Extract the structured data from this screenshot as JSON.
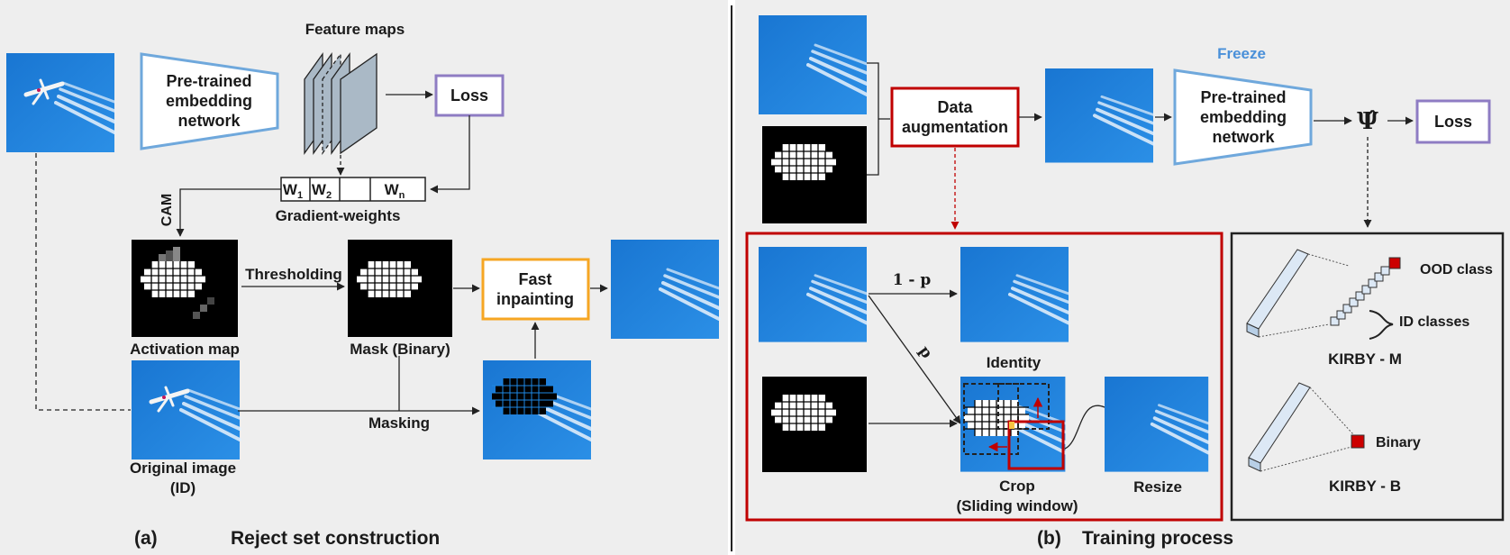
{
  "panel_a": {
    "feature_maps": "Feature maps",
    "pretrained_line1": "Pre-trained",
    "pretrained_line2": "embedding",
    "pretrained_line3": "network",
    "loss": "Loss",
    "weight_1": "W",
    "weight_1_sub": "1",
    "weight_2": "W",
    "weight_2_sub": "2",
    "weight_n": "W",
    "weight_n_sub": "n",
    "gradient_weights": "Gradient-weights",
    "cam": "CAM",
    "thresholding": "Thresholding",
    "fast_inpainting_line1": "Fast",
    "fast_inpainting_line2": "inpainting",
    "activation_map": "Activation map",
    "mask_binary": "Mask (Binary)",
    "masking": "Masking",
    "original_line1": "Original image",
    "original_line2": "(ID)",
    "caption_letter": "(a)",
    "caption_text": "Reject set construction"
  },
  "panel_b": {
    "data_aug_line1": "Data",
    "data_aug_line2": "augmentation",
    "freeze": "Freeze",
    "pretrained_line1": "Pre-trained",
    "pretrained_line2": "embedding",
    "pretrained_line3": "network",
    "psi": "Ψ̂",
    "loss": "Loss",
    "one_minus_p": "1 - p",
    "p": "p",
    "identity": "Identity",
    "crop_line1": "Crop",
    "crop_line2": "(Sliding window)",
    "resize": "Resize",
    "ood_class": "OOD class",
    "id_classes": "ID classes",
    "kirby_m": "KIRBY - M",
    "binary": "Binary",
    "kirby_b": "KIRBY - B",
    "caption_letter": "(b)",
    "caption_text": "Training process"
  },
  "colors": {
    "panel_bg": "#eeeeee",
    "sky_blue": "#1e88e5",
    "network_outline": "#6fa8dc",
    "loss_outline": "#8e7cc3",
    "inpaint_outline": "#f6a623",
    "aug_outline": "#c00000",
    "freeze_text": "#4a90d9",
    "cube_red": "#cc0000",
    "bar_fill": "#dce8f5"
  }
}
